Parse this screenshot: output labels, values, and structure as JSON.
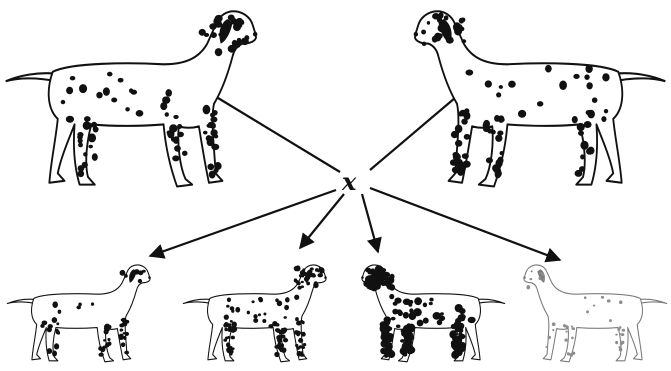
{
  "diagram": {
    "cross_symbol": "x",
    "ink_color": "#111111",
    "paper_color": "#ffffff",
    "parents": [
      {
        "id": "parent-left",
        "pattern": "spotted",
        "facing": "right"
      },
      {
        "id": "parent-right",
        "pattern": "spotted",
        "facing": "left"
      }
    ],
    "offspring": [
      {
        "id": "offspring-1",
        "pattern": "spotted-light",
        "facing": "right"
      },
      {
        "id": "offspring-2",
        "pattern": "spotted-dense",
        "facing": "right"
      },
      {
        "id": "offspring-3",
        "pattern": "heavily-dark",
        "facing": "left"
      },
      {
        "id": "offspring-4",
        "pattern": "pale-faint",
        "facing": "left"
      }
    ]
  }
}
